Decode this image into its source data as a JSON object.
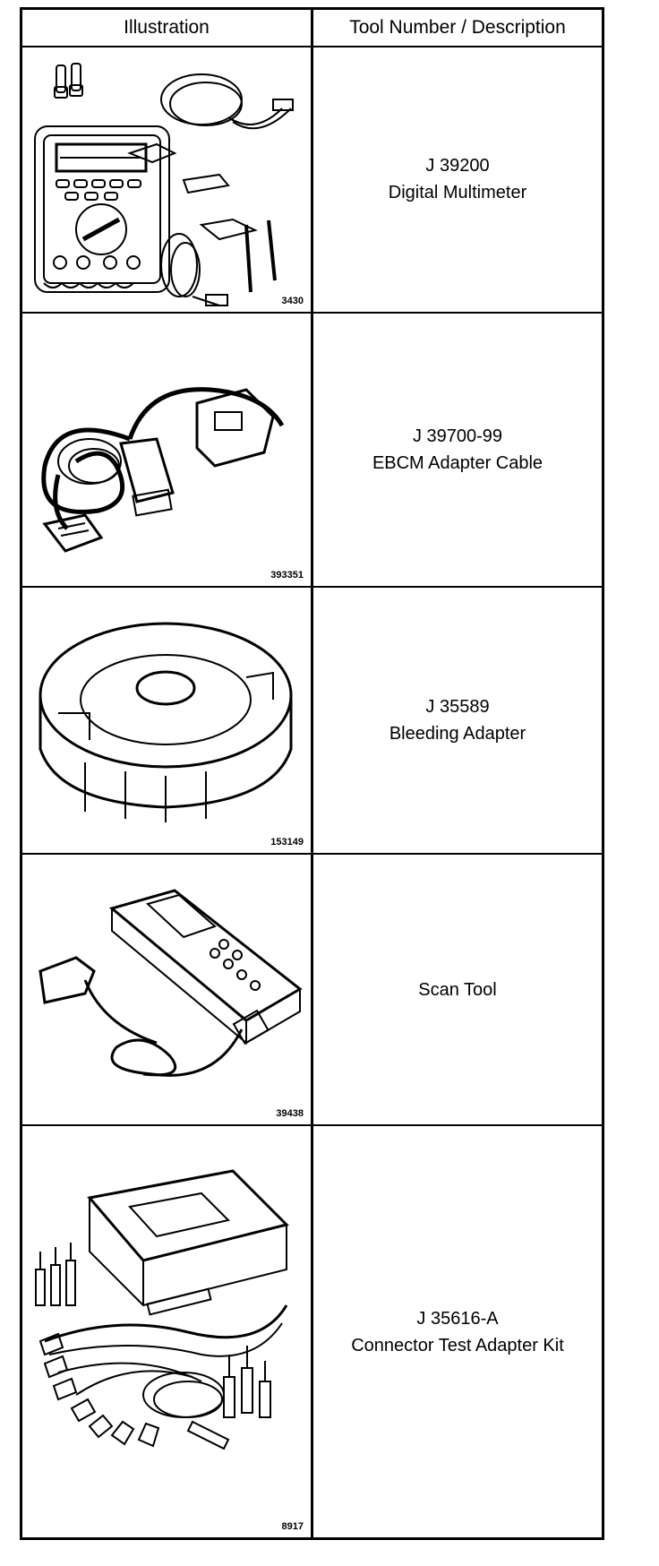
{
  "table": {
    "headers": [
      "Illustration",
      "Tool Number / Description"
    ],
    "rows": [
      {
        "tool_number": "J 39200",
        "description": "Digital Multimeter",
        "figure_id": "3430",
        "icon": "multimeter-icon"
      },
      {
        "tool_number": "J 39700-99",
        "description": "EBCM Adapter Cable",
        "figure_id": "393351",
        "icon": "adapter-cable-icon"
      },
      {
        "tool_number": "J 35589",
        "description": "Bleeding Adapter",
        "figure_id": "153149",
        "icon": "bleeding-adapter-icon"
      },
      {
        "tool_number": "",
        "description": "Scan Tool",
        "figure_id": "39438",
        "icon": "scan-tool-icon"
      },
      {
        "tool_number": "J 35616-A",
        "description": "Connector Test Adapter Kit",
        "figure_id": "8917",
        "icon": "adapter-kit-icon"
      }
    ]
  }
}
